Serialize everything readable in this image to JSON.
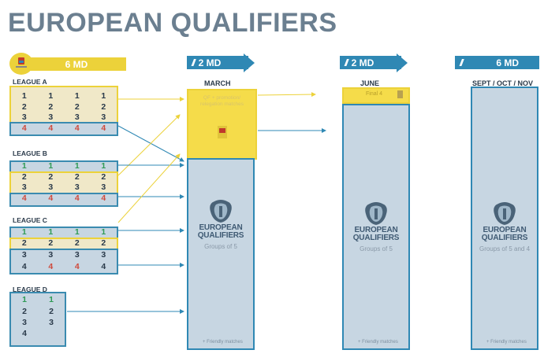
{
  "title": "EUROPEAN QUALIFIERS",
  "nations_league": {
    "md_label": "6 MD",
    "leagues": [
      {
        "name": "LEAGUE A",
        "rows": [
          [
            "1",
            "1",
            "1",
            "1"
          ],
          [
            "2",
            "2",
            "2",
            "2"
          ],
          [
            "3",
            "3",
            "3",
            "3"
          ],
          [
            "4",
            "4",
            "4",
            "4"
          ]
        ]
      },
      {
        "name": "LEAGUE B",
        "rows": [
          [
            "1",
            "1",
            "1",
            "1"
          ],
          [
            "2",
            "2",
            "2",
            "2"
          ],
          [
            "3",
            "3",
            "3",
            "3"
          ],
          [
            "4",
            "4",
            "4",
            "4"
          ]
        ]
      },
      {
        "name": "LEAGUE C",
        "rows": [
          [
            "1",
            "1",
            "1",
            "1"
          ],
          [
            "2",
            "2",
            "2",
            "2"
          ],
          [
            "3",
            "3",
            "3",
            "3"
          ],
          [
            "4",
            "4",
            "4",
            "4"
          ]
        ]
      },
      {
        "name": "LEAGUE D",
        "rows": [
          [
            "1",
            "1"
          ],
          [
            "2",
            "2"
          ],
          [
            "3",
            "3"
          ],
          [
            "4",
            ""
          ]
        ]
      }
    ]
  },
  "columns": {
    "march": {
      "md": "2 MD",
      "label": "MARCH",
      "playoff_text": "QF + promotion/ relegation matches"
    },
    "june": {
      "md": "2 MD",
      "label": "JUNE",
      "final_text": "Final 4"
    },
    "autumn": {
      "md": "6 MD",
      "label": "SEPT / OCT / NOV"
    }
  },
  "logo_text_1": "EUROPEAN",
  "logo_text_2": "QUALIFIERS",
  "groups": {
    "march": "Groups of 5",
    "june": "Groups of 5",
    "autumn": "Groups of 5 and 4"
  },
  "friendly": "+ Friendly matches",
  "colors": {
    "blue": "#2f88b4",
    "yellow": "#ecd23a",
    "green": "#2e9a55",
    "red": "#cf4a3c",
    "grey_title": "#6b7f90"
  }
}
